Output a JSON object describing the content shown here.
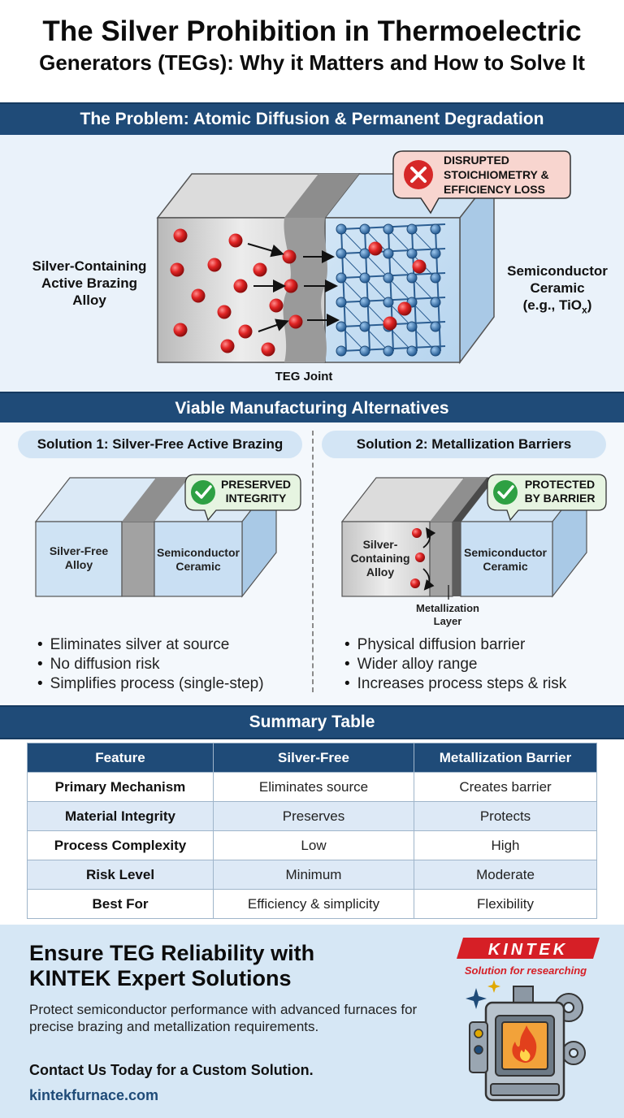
{
  "title": {
    "line1": "The Silver Prohibition in Thermoelectric",
    "line2": "Generators (TEGs): Why it Matters and How to Solve It"
  },
  "problem": {
    "banner": "The Problem: Atomic Diffusion & Permanent Degradation",
    "left_label": [
      "Silver-Containing",
      "Active Brazing",
      "Alloy"
    ],
    "right_label": [
      "Semiconductor",
      "Ceramic",
      "(e.g., TiO",
      "x",
      ")"
    ],
    "joint_label": "TEG Joint",
    "callout": [
      "DISRUPTED",
      "STOICHIOMETRY &",
      "EFFICIENCY LOSS"
    ]
  },
  "alternatives": {
    "banner": "Viable Manufacturing Alternatives",
    "solution1": {
      "title": "Solution 1: Silver-Free Active Brazing",
      "badge": [
        "PRESERVED",
        "INTEGRITY"
      ],
      "left_block": [
        "Silver-Free",
        "Alloy"
      ],
      "right_block": [
        "Semiconductor",
        "Ceramic"
      ],
      "bullets": [
        "Eliminates silver at source",
        "No diffusion risk",
        "Simplifies process (single-step)"
      ]
    },
    "solution2": {
      "title": "Solution 2: Metallization Barriers",
      "badge": [
        "PROTECTED",
        "BY BARRIER"
      ],
      "left_block": [
        "Silver-",
        "Containing",
        "Alloy"
      ],
      "right_block": [
        "Semiconductor",
        "Ceramic"
      ],
      "layer_label": [
        "Metallization",
        "Layer"
      ],
      "bullets": [
        "Physical diffusion barrier",
        "Wider alloy range",
        "Increases process steps & risk"
      ]
    }
  },
  "summary": {
    "banner": "Summary Table",
    "headers": [
      "Feature",
      "Silver-Free",
      "Metallization Barrier"
    ],
    "rows": [
      [
        "Primary Mechanism",
        "Eliminates source",
        "Creates barrier"
      ],
      [
        "Material Integrity",
        "Preserves",
        "Protects"
      ],
      [
        "Process Complexity",
        "Low",
        "High"
      ],
      [
        "Risk Level",
        "Minimum",
        "Moderate"
      ],
      [
        "Best For",
        "Efficiency & simplicity",
        "Flexibility"
      ]
    ]
  },
  "footer": {
    "headline": [
      "Ensure TEG Reliability with",
      "KINTEK Expert Solutions"
    ],
    "body": "Protect semiconductor performance with advanced furnaces for precise brazing and metallization requirements.",
    "contact": "Contact Us Today for a Custom Solution.",
    "url": "kintekfurnace.com",
    "brand": "KINTEK",
    "tagline": "Solution for researching",
    "illustration_icon": "furnace-icon"
  },
  "colors": {
    "navy": "#1f4b78",
    "silver_atom": "#d21f1f",
    "lattice": "#3a78b8",
    "success": "#2ea043",
    "error": "#d62828",
    "brand_red": "#d61f26"
  }
}
